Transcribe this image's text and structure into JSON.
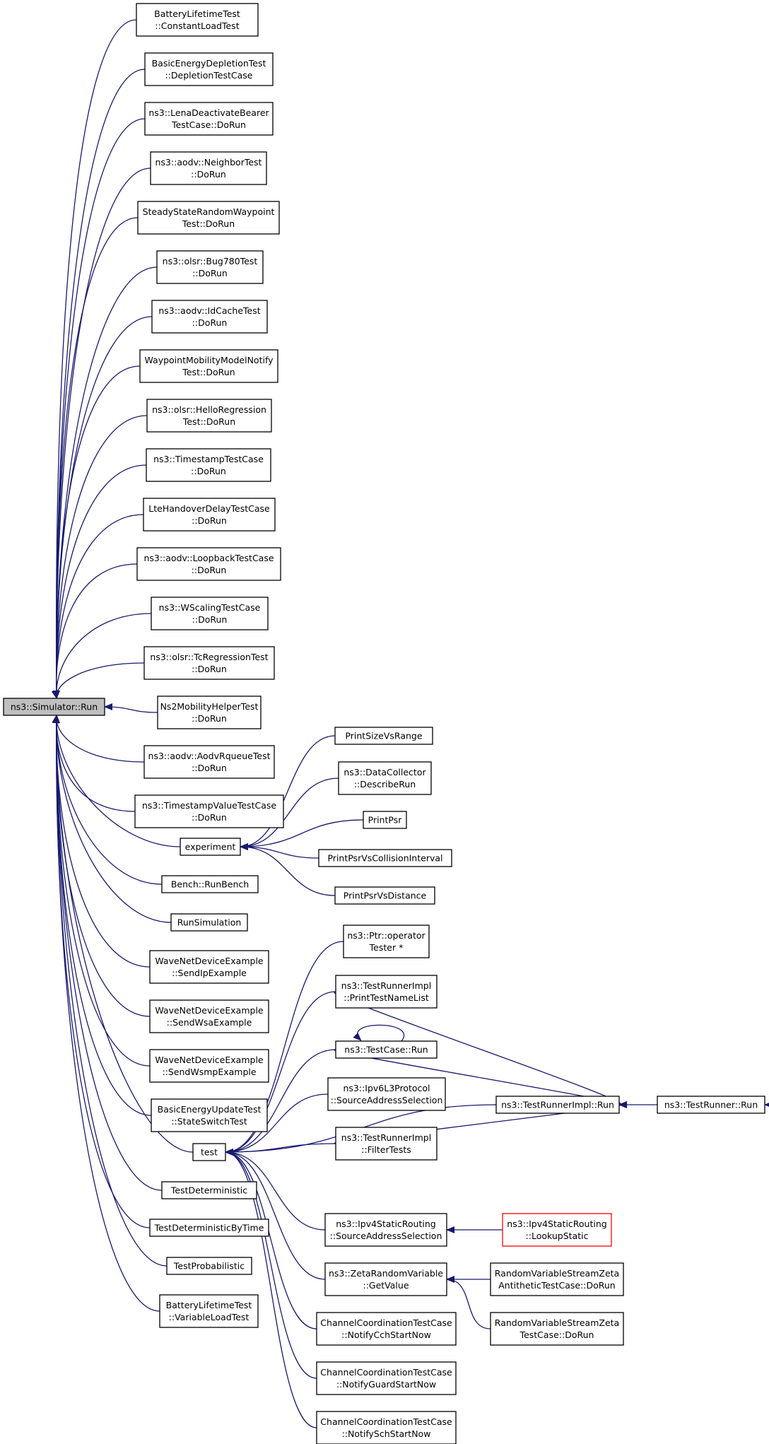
{
  "graph_title": "",
  "colors": {
    "edge": "#191970",
    "root_fill": "#bfbfbf",
    "truncated_border": "#ff0000"
  },
  "nodes": {
    "root": [
      "ns3::Simulator::Run"
    ],
    "c01": [
      "BatteryLifetimeTest",
      "::ConstantLoadTest"
    ],
    "c02": [
      "BasicEnergyDepletionTest",
      "::DepletionTestCase"
    ],
    "c03": [
      "ns3::LenaDeactivateBearer",
      "TestCase::DoRun"
    ],
    "c04": [
      "ns3::aodv::NeighborTest",
      "::DoRun"
    ],
    "c05": [
      "SteadyStateRandomWaypoint",
      "Test::DoRun"
    ],
    "c06": [
      "ns3::olsr::Bug780Test",
      "::DoRun"
    ],
    "c07": [
      "ns3::aodv::IdCacheTest",
      "::DoRun"
    ],
    "c08": [
      "WaypointMobilityModelNotify",
      "Test::DoRun"
    ],
    "c09": [
      "ns3::olsr::HelloRegression",
      "Test::DoRun"
    ],
    "c10": [
      "ns3::TimestampTestCase",
      "::DoRun"
    ],
    "c11": [
      "LteHandoverDelayTestCase",
      "::DoRun"
    ],
    "c12": [
      "ns3::aodv::LoopbackTestCase",
      "::DoRun"
    ],
    "c13": [
      "ns3::WScalingTestCase",
      "::DoRun"
    ],
    "c14": [
      "ns3::olsr::TcRegressionTest",
      "::DoRun"
    ],
    "c15": [
      "Ns2MobilityHelperTest",
      "::DoRun"
    ],
    "c16": [
      "ns3::aodv::AodvRqueueTest",
      "::DoRun"
    ],
    "c17": [
      "ns3::TimestampValueTestCase",
      "::DoRun"
    ],
    "experiment": [
      "experiment"
    ],
    "bench": [
      "Bench::RunBench"
    ],
    "runsim": [
      "RunSimulation"
    ],
    "wave1": [
      "WaveNetDeviceExample",
      "::SendIpExample"
    ],
    "wave2": [
      "WaveNetDeviceExample",
      "::SendWsaExample"
    ],
    "wave3": [
      "WaveNetDeviceExample",
      "::SendWsmpExample"
    ],
    "basicupd": [
      "BasicEnergyUpdateTest",
      "::StateSwitchTest"
    ],
    "test": [
      "test"
    ],
    "testdet": [
      "TestDeterministic"
    ],
    "testdettime": [
      "TestDeterministicByTime"
    ],
    "testprob": [
      "TestProbabilistic"
    ],
    "battvar": [
      "BatteryLifetimeTest",
      "::VariableLoadTest"
    ],
    "e1": [
      "PrintSizeVsRange"
    ],
    "e2": [
      "ns3::DataCollector",
      "::DescribeRun"
    ],
    "e3": [
      "PrintPsr"
    ],
    "e4": [
      "PrintPsrVsCollisionInterval"
    ],
    "e5": [
      "PrintPsrVsDistance"
    ],
    "t1": [
      "ns3::Ptr::operator",
      "Tester *"
    ],
    "t2": [
      "ns3::TestRunnerImpl",
      "::PrintTestNameList"
    ],
    "t3": [
      "ns3::TestCase::Run"
    ],
    "t4": [
      "ns3::Ipv6L3Protocol",
      "::SourceAddressSelection"
    ],
    "t5": [
      "ns3::TestRunnerImpl",
      "::FilterTests"
    ],
    "t6": [
      "ns3::Ipv4StaticRouting",
      "::SourceAddressSelection"
    ],
    "t7": [
      "ns3::ZetaRandomVariable",
      "::GetValue"
    ],
    "t8": [
      "ChannelCoordinationTestCase",
      "::NotifyCchStartNow"
    ],
    "t9": [
      "ChannelCoordinationTestCase",
      "::NotifyGuardStartNow"
    ],
    "t10": [
      "ChannelCoordinationTestCase",
      "::NotifySchStartNow"
    ],
    "tri": [
      "ns3::TestRunnerImpl::Run"
    ],
    "tr": [
      "ns3::TestRunner::Run"
    ],
    "lookup": [
      "ns3::Ipv4StaticRouting",
      "::LookupStatic"
    ],
    "zeta1": [
      "RandomVariableStreamZeta",
      "AntitheticTestCase::DoRun"
    ],
    "zeta2": [
      "RandomVariableStreamZeta",
      "TestCase::DoRun"
    ]
  },
  "edges": [
    [
      "c01",
      "root"
    ],
    [
      "c02",
      "root"
    ],
    [
      "c03",
      "root"
    ],
    [
      "c04",
      "root"
    ],
    [
      "c05",
      "root"
    ],
    [
      "c06",
      "root"
    ],
    [
      "c07",
      "root"
    ],
    [
      "c08",
      "root"
    ],
    [
      "c09",
      "root"
    ],
    [
      "c10",
      "root"
    ],
    [
      "c11",
      "root"
    ],
    [
      "c12",
      "root"
    ],
    [
      "c13",
      "root"
    ],
    [
      "c14",
      "root"
    ],
    [
      "c15",
      "root"
    ],
    [
      "c16",
      "root"
    ],
    [
      "c17",
      "root"
    ],
    [
      "experiment",
      "root"
    ],
    [
      "bench",
      "root"
    ],
    [
      "runsim",
      "root"
    ],
    [
      "wave1",
      "root"
    ],
    [
      "wave2",
      "root"
    ],
    [
      "wave3",
      "root"
    ],
    [
      "basicupd",
      "root"
    ],
    [
      "test",
      "root"
    ],
    [
      "testdet",
      "root"
    ],
    [
      "testdettime",
      "root"
    ],
    [
      "testprob",
      "root"
    ],
    [
      "battvar",
      "root"
    ],
    [
      "e1",
      "experiment"
    ],
    [
      "e2",
      "experiment"
    ],
    [
      "e3",
      "experiment"
    ],
    [
      "e4",
      "experiment"
    ],
    [
      "e5",
      "experiment"
    ],
    [
      "t1",
      "test"
    ],
    [
      "t2",
      "test"
    ],
    [
      "t3",
      "test"
    ],
    [
      "t4",
      "test"
    ],
    [
      "t5",
      "test"
    ],
    [
      "t6",
      "test"
    ],
    [
      "t7",
      "test"
    ],
    [
      "t8",
      "test"
    ],
    [
      "t9",
      "test"
    ],
    [
      "t10",
      "test"
    ],
    [
      "tri",
      "test"
    ],
    [
      "t2",
      "tri"
    ],
    [
      "t3",
      "tri"
    ],
    [
      "t5",
      "tri"
    ],
    [
      "tri",
      "tr"
    ],
    [
      "lookup",
      "t6"
    ],
    [
      "zeta1",
      "t7"
    ],
    [
      "zeta2",
      "t7"
    ],
    [
      "t3",
      "t3"
    ]
  ]
}
